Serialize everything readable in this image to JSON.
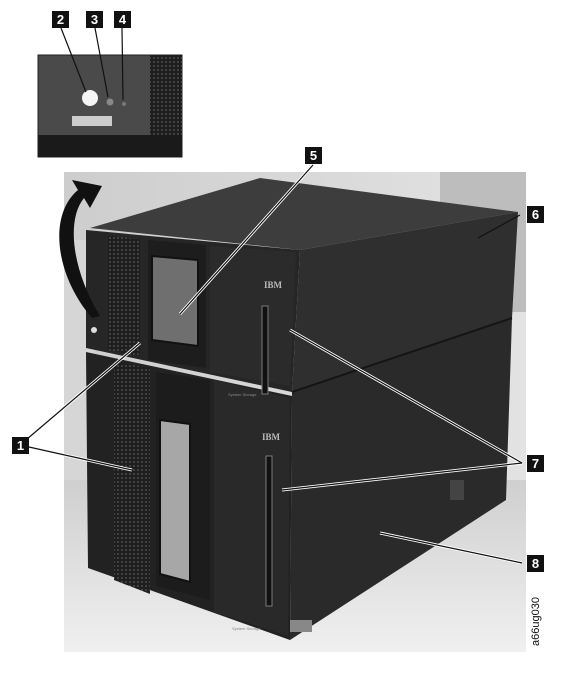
{
  "figure_id": "a66ug030",
  "brand_text": "IBM",
  "panel_text": {
    "upper": "System Storage",
    "lower": "System Storage"
  },
  "callouts": {
    "c1": "1",
    "c2": "2",
    "c3": "3",
    "c4": "4",
    "c5": "5",
    "c6": "6",
    "c7": "7",
    "c8": "8"
  },
  "icons": [
    "curved-arrow-icon",
    "power-button-icon",
    "led-indicator-icon"
  ],
  "colors": {
    "cabinet": "#2a2a2a",
    "cabinet_top": "#3a3a3a",
    "floor": "#e6e6e6",
    "callout_bg": "#111111"
  }
}
